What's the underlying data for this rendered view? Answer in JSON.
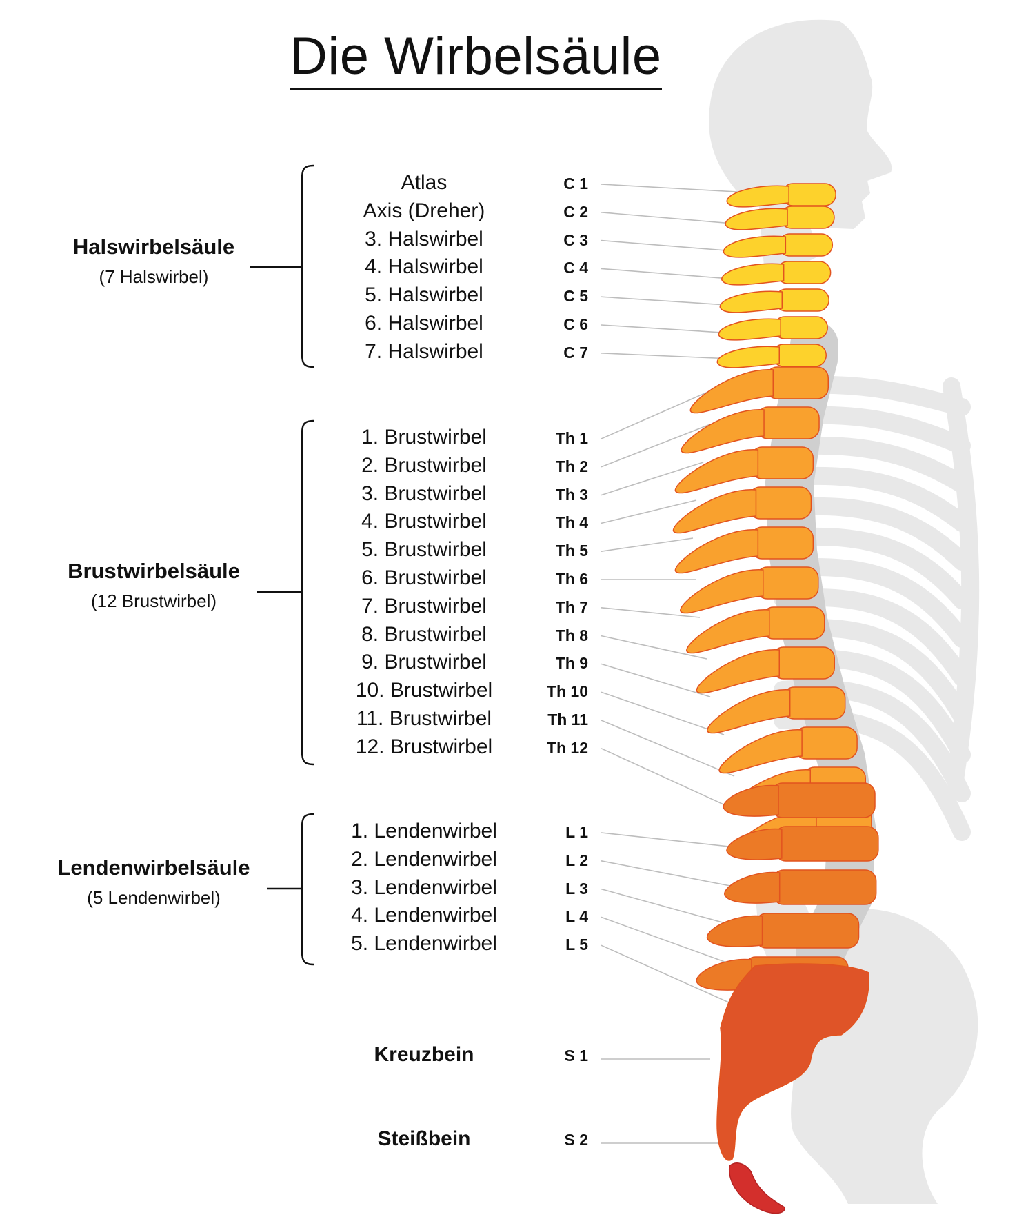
{
  "title": "Die Wirbelsäule",
  "colors": {
    "cervical": "#fdd22c",
    "thoracic": "#f9a12e",
    "lumbar": "#ec7a26",
    "sacrum": "#df5428",
    "coccyx": "#d32f2c",
    "outline": "#e2531f",
    "silhouette": "#e8e8e8",
    "disc": "#cfcfcf",
    "leader": "#bdbdbd"
  },
  "groups": {
    "cervical": {
      "title": "Halswirbelsäule",
      "subtitle": "(7 Halswirbel)"
    },
    "thoracic": {
      "title": "Brustwirbelsäule",
      "subtitle": "(12 Brustwirbel)"
    },
    "lumbar": {
      "title": "Lendenwirbelsäule",
      "subtitle": "(5 Lendenwirbel)"
    }
  },
  "cervical": [
    {
      "name": "Atlas",
      "code": "C 1"
    },
    {
      "name": "Axis (Dreher)",
      "code": "C 2"
    },
    {
      "name": "3. Halswirbel",
      "code": "C 3"
    },
    {
      "name": "4. Halswirbel",
      "code": "C 4"
    },
    {
      "name": "5. Halswirbel",
      "code": "C 5"
    },
    {
      "name": "6. Halswirbel",
      "code": "C 6"
    },
    {
      "name": "7. Halswirbel",
      "code": "C 7"
    }
  ],
  "thoracic": [
    {
      "name": "1. Brustwirbel",
      "code": "Th 1"
    },
    {
      "name": "2. Brustwirbel",
      "code": "Th 2"
    },
    {
      "name": "3. Brustwirbel",
      "code": "Th 3"
    },
    {
      "name": "4. Brustwirbel",
      "code": "Th 4"
    },
    {
      "name": "5. Brustwirbel",
      "code": "Th 5"
    },
    {
      "name": "6. Brustwirbel",
      "code": "Th 6"
    },
    {
      "name": "7. Brustwirbel",
      "code": "Th 7"
    },
    {
      "name": "8. Brustwirbel",
      "code": "Th 8"
    },
    {
      "name": "9. Brustwirbel",
      "code": "Th 9"
    },
    {
      "name": "10. Brustwirbel",
      "code": "Th 10"
    },
    {
      "name": "11. Brustwirbel",
      "code": "Th 11"
    },
    {
      "name": "12. Brustwirbel",
      "code": "Th 12"
    }
  ],
  "lumbar": [
    {
      "name": "1. Lendenwirbel",
      "code": "L 1"
    },
    {
      "name": "2. Lendenwirbel",
      "code": "L 2"
    },
    {
      "name": "3. Lendenwirbel",
      "code": "L 3"
    },
    {
      "name": "4. Lendenwirbel",
      "code": "L 4"
    },
    {
      "name": "5. Lendenwirbel",
      "code": "L 5"
    }
  ],
  "sacrum": {
    "name": "Kreuzbein",
    "code": "S 1"
  },
  "coccyx": {
    "name": "Steißbein",
    "code": "S 2"
  }
}
